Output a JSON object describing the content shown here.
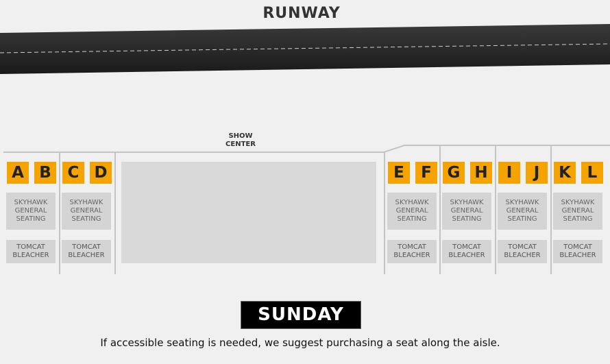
{
  "runway": {
    "label": "RUNWAY"
  },
  "show_center": {
    "label": "SHOW\nCENTER"
  },
  "sections": [
    {
      "letter": "A"
    },
    {
      "letter": "B"
    },
    {
      "letter": "C"
    },
    {
      "letter": "D"
    },
    {
      "letter": "E"
    },
    {
      "letter": "F"
    },
    {
      "letter": "G"
    },
    {
      "letter": "H"
    },
    {
      "letter": "I"
    },
    {
      "letter": "J"
    },
    {
      "letter": "K"
    },
    {
      "letter": "L"
    }
  ],
  "seating": {
    "general": "SKYHAWK\nGENERAL\nSEATING",
    "bleacher": "TOMCAT\nBLEACHER"
  },
  "colors": {
    "section_accent": "#f5a300",
    "runway": "#2a2a2a",
    "day_bg": "#000000"
  },
  "day": {
    "label": "SUNDAY"
  },
  "note": {
    "text": "If accessible seating is needed, we suggest purchasing a seat along the aisle."
  }
}
